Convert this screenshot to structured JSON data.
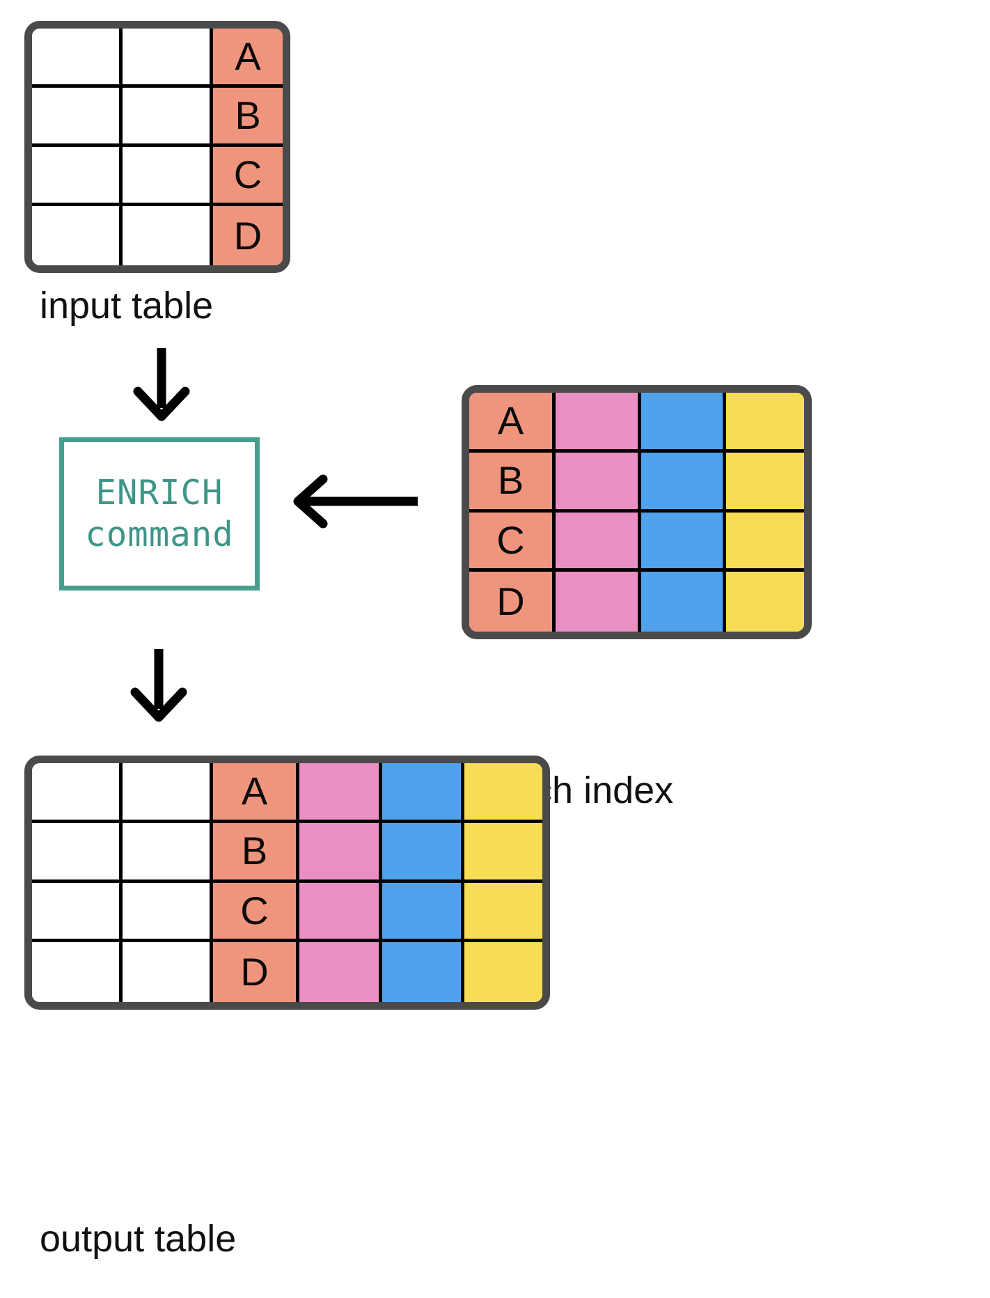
{
  "diagram": {
    "title_semantics": "ESQL ENRICH command flow",
    "colors": {
      "key_column": "#f0957d",
      "pink_column": "#ea8fc4",
      "blue_column": "#4fa3ec",
      "yellow_column": "#f7dc58",
      "table_border": "#4a4a4a",
      "cell_line": "#000000",
      "command_accent": "#479e8e",
      "arrow": "#000000",
      "background": "#ffffff",
      "label_text": "#111111"
    },
    "input_table": {
      "caption": "input table",
      "columns": [
        {
          "name": "blank-col-1",
          "fill": "#ffffff"
        },
        {
          "name": "blank-col-2",
          "fill": "#ffffff"
        },
        {
          "name": "key-col",
          "fill": "#f0957d"
        }
      ],
      "rows": [
        [
          "",
          "",
          "A"
        ],
        [
          "",
          "",
          "B"
        ],
        [
          "",
          "",
          "C"
        ],
        [
          "",
          "",
          "D"
        ]
      ]
    },
    "command": {
      "line1": "ENRICH",
      "line2": "command"
    },
    "enrich_index": {
      "caption": "enrich index",
      "columns": [
        {
          "name": "key-col",
          "fill": "#f0957d"
        },
        {
          "name": "pink-col",
          "fill": "#ea8fc4"
        },
        {
          "name": "blue-col",
          "fill": "#4fa3ec"
        },
        {
          "name": "yellow-col",
          "fill": "#f7dc58"
        }
      ],
      "rows": [
        [
          "A",
          "",
          "",
          ""
        ],
        [
          "B",
          "",
          "",
          ""
        ],
        [
          "C",
          "",
          "",
          ""
        ],
        [
          "D",
          "",
          "",
          ""
        ]
      ]
    },
    "output_table": {
      "caption": "output table",
      "columns": [
        {
          "name": "blank-col-1",
          "fill": "#ffffff"
        },
        {
          "name": "blank-col-2",
          "fill": "#ffffff"
        },
        {
          "name": "key-col",
          "fill": "#f0957d"
        },
        {
          "name": "pink-col",
          "fill": "#ea8fc4"
        },
        {
          "name": "blue-col",
          "fill": "#4fa3ec"
        },
        {
          "name": "yellow-col",
          "fill": "#f7dc58"
        }
      ],
      "rows": [
        [
          "",
          "",
          "A",
          "",
          "",
          ""
        ],
        [
          "",
          "",
          "B",
          "",
          "",
          ""
        ],
        [
          "",
          "",
          "C",
          "",
          "",
          ""
        ],
        [
          "",
          "",
          "D",
          "",
          "",
          ""
        ]
      ]
    },
    "arrows": [
      {
        "name": "arrow-input-to-command",
        "direction": "down"
      },
      {
        "name": "arrow-index-to-command",
        "direction": "left"
      },
      {
        "name": "arrow-command-to-output",
        "direction": "down"
      }
    ]
  }
}
